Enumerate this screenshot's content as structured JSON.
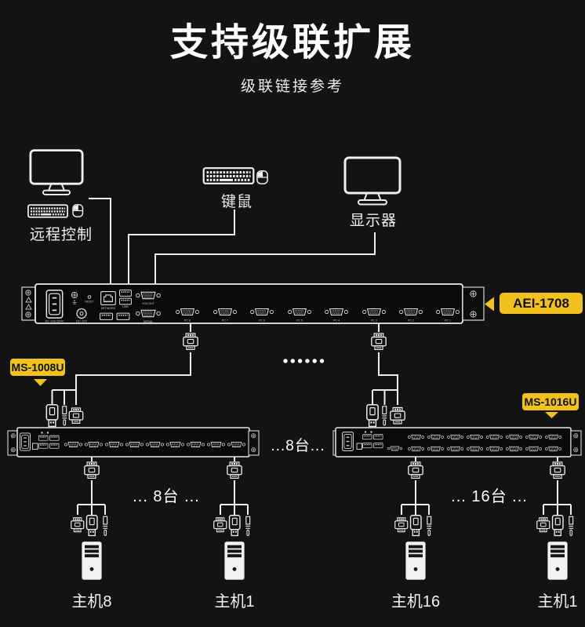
{
  "header": {
    "title": "支持级联扩展",
    "subtitle": "级联链接参考"
  },
  "peripherals": {
    "remote_control": "远程控制",
    "keyboard_mouse": "键鼠",
    "monitor": "显示器"
  },
  "master_switch": {
    "model": "AEI-1708",
    "rear_labels": {
      "power": "AC 100-264V",
      "dc": "DC 12V",
      "reset": "RESET",
      "network": "NETWORK",
      "usb": "USB",
      "vga_out": "VGA OUT",
      "serial": "SERIAL"
    },
    "pc_ports": [
      "PC 8",
      "PC 7",
      "PC 6",
      "PC 5",
      "PC 4",
      "PC 3",
      "PC 2",
      "PC 1"
    ]
  },
  "cascade_switches": {
    "left_model": "MS-1008U",
    "right_model": "MS-1016U",
    "between_text": "...8台...",
    "ellipsis": "......"
  },
  "host_groups": {
    "left_count_text": "... 8台 ...",
    "right_count_text": "... 16台 ...",
    "labels": [
      "主机8",
      "主机1",
      "主机16",
      "主机1"
    ]
  },
  "colors": {
    "background": "#131313",
    "line": "#f0f0f0",
    "accent": "#f2c21c",
    "callout_text": "#111111",
    "device_fill": "#0a0a0a"
  }
}
